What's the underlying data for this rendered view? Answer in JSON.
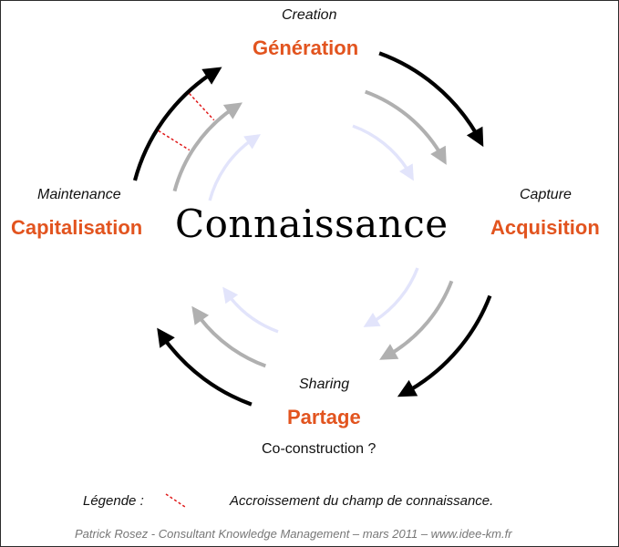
{
  "center": {
    "text": "Connaissance"
  },
  "stages": {
    "top": {
      "en": "Creation",
      "fr": "Génération"
    },
    "right": {
      "en": "Capture",
      "fr": "Acquisition"
    },
    "bottom": {
      "en": "Sharing",
      "fr": "Partage",
      "note": "Co-construction ?"
    },
    "left": {
      "en": "Maintenance",
      "fr": "Capitalisation"
    }
  },
  "legend": {
    "label": "Légende :",
    "description": "Accroissement du champ de connaissance."
  },
  "credit": "Patrick Rosez - Consultant Knowledge Management – mars 2011 – www.idee-km.fr",
  "colors": {
    "accent": "#e2541f",
    "ring_outer": "#000000",
    "ring_middle": "#b0b0b0",
    "ring_inner": "#e2e4fb",
    "legend_dash": "#e01a1a"
  }
}
